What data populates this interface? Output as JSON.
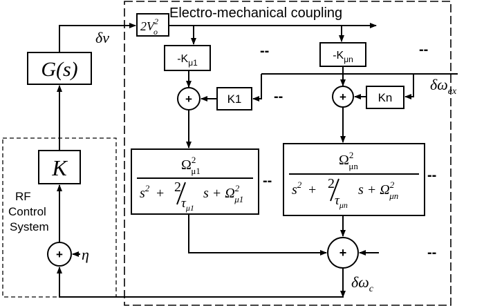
{
  "title": "Electro-mechanical coupling",
  "rf_label": [
    "RF",
    "Control",
    "System"
  ],
  "blocks": {
    "g": "G(s)",
    "k": "K",
    "gain_drive": {
      "base": "2V",
      "sup": "2",
      "sub": "o"
    },
    "k_mu1": {
      "base": "-K",
      "sub": "μ1"
    },
    "k_mun": {
      "base": "-K",
      "sub": "μn"
    },
    "k1": "K1",
    "kn": "Kn",
    "tf1": {
      "num": "Ω",
      "num_sup": "2",
      "num_sub": "μ1",
      "s": "s",
      "two": "2",
      "tau": "τ",
      "tau_sub": "μ1",
      "plus": "+",
      "s2": "s + Ω",
      "den_sup": "2",
      "den_sub": "μ1"
    },
    "tfn": {
      "num": "Ω",
      "num_sup": "2",
      "num_sub": "μn",
      "s": "s",
      "two": "2",
      "tau": "τ",
      "tau_sub": "μn",
      "plus": "+",
      "s2": "s + Ω",
      "den_sup": "2",
      "den_sub": "μn"
    }
  },
  "signals": {
    "dv": "δv",
    "dw_ex": "δω",
    "dw_ex_sub": "ex",
    "dw_c": "δω",
    "dw_c_sub": "c",
    "eta": "η"
  },
  "sum_symbol": "+",
  "continuation": "--"
}
